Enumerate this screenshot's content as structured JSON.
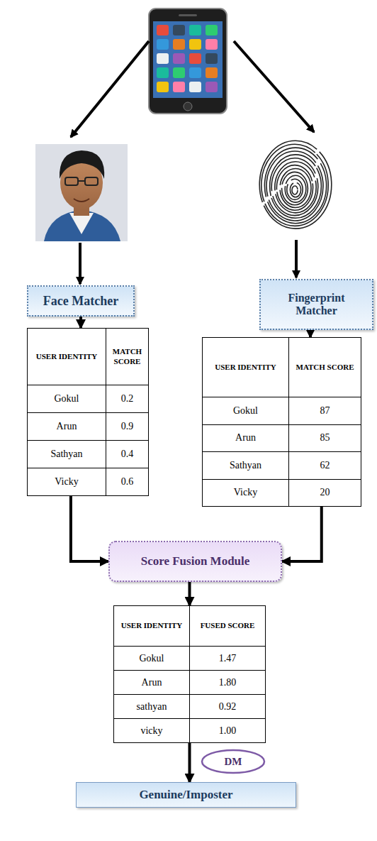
{
  "diagram": {
    "nodes": [
      {
        "text": [
          "Face Matcher"
        ]
      },
      {
        "text": [
          "Fingerprint Matcher"
        ]
      },
      {
        "text": [
          "USER IDENTITY",
          "MATCH SCORE",
          "Gokul",
          "0.2",
          "Arun",
          "0.9",
          "Sathyan",
          "0.4",
          "Vicky",
          "0.6"
        ]
      },
      {
        "text": [
          "USER IDENTITY",
          "MATCH SCORE",
          "Gokul",
          "87",
          "Arun",
          "85",
          "Sathyan",
          "62",
          "Vicky",
          "20"
        ]
      },
      {
        "text": [
          "Score Fusion Module"
        ]
      },
      {
        "text": [
          "USER IDENTITY",
          "FUSED SCORE",
          "Gokul",
          "1.47",
          "Arun",
          "1.80",
          "sathyan",
          "0.92",
          "vicky",
          "1.00"
        ]
      },
      {
        "text": [
          "DM"
        ]
      },
      {
        "text": [
          "Genuine/Imposter"
        ]
      }
    ],
    "edges": [
      {
        "from": 0,
        "to": 2,
        "arrow": "to"
      },
      {
        "from": 1,
        "to": 3,
        "arrow": "to"
      },
      {
        "from": 2,
        "to": 4,
        "arrow": "to"
      },
      {
        "from": 3,
        "to": 4,
        "arrow": "to"
      },
      {
        "from": 4,
        "to": 5,
        "arrow": "to"
      },
      {
        "from": 5,
        "to": 7,
        "arrow": "to"
      }
    ]
  }
}
